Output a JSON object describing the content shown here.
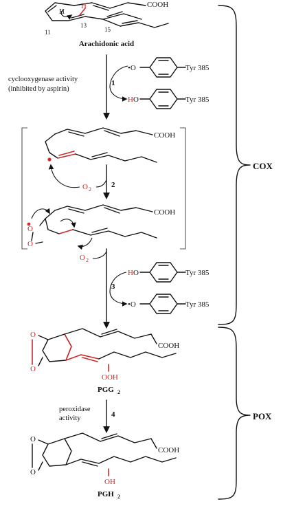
{
  "molecules": {
    "arachidonic": {
      "name": "Arachidonic acid",
      "cooh": "COOH",
      "h_left": "H",
      "h_right": "H",
      "n11": "11",
      "n13": "13",
      "n15": "15"
    },
    "radical1": {
      "cooh": "COOH"
    },
    "endoperoxide_radical": {
      "cooh": "COOH",
      "o_top": "O",
      "o_bottom": "O"
    },
    "pgg2": {
      "name": "PGG",
      "sub": "2",
      "cooh": "COOH",
      "ooh": "OOH",
      "o_top": "O",
      "o_bottom": "O"
    },
    "pgh2": {
      "name": "PGH",
      "sub": "2",
      "cooh": "COOH",
      "oh": "OH",
      "o_top": "O",
      "o_bottom": "O"
    }
  },
  "tyrosine": {
    "label": "Tyr 385",
    "radical_o": "•O",
    "ho": "HO",
    "ho_h": "H",
    "ho_o": "O"
  },
  "steps": {
    "s1": "1",
    "s2": "2",
    "s3": "3",
    "s4": "4"
  },
  "annotations": {
    "cox_activity_line1": "cyclooxygenase activity",
    "cox_activity_line2": "(inhibited by aspirin)",
    "pox_activity_line1": "peroxidase",
    "pox_activity_line2": "activity",
    "o2_a": "O",
    "o2_a_sub": "2",
    "o2_b": "O",
    "o2_b_sub": "2"
  },
  "braces": {
    "cox": "COX",
    "pox": "POX"
  },
  "colors": {
    "red": "#cc2a2a",
    "black": "#111111",
    "grey": "#555555"
  }
}
